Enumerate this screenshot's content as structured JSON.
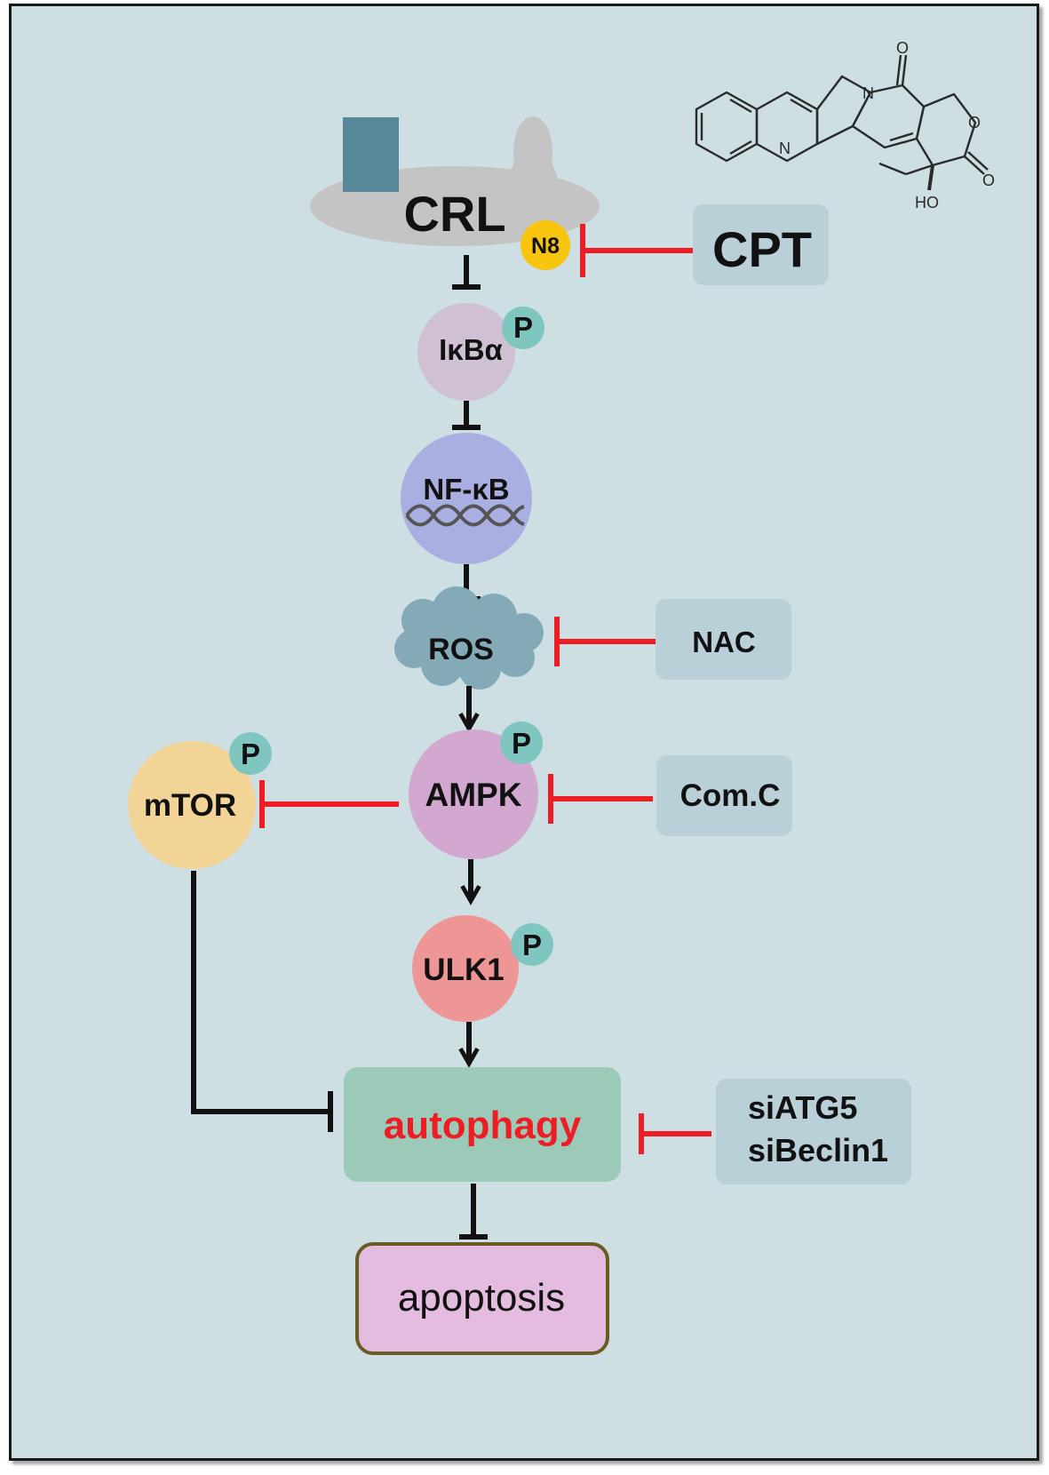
{
  "nodes": {
    "crl": "CRL",
    "n8": "N8",
    "cpt": "CPT",
    "ikba": "IκBα",
    "nfkb": "NF-κB",
    "ros": "ROS",
    "nac": "NAC",
    "ampk": "AMPK",
    "mtor": "mTOR",
    "comc": "Com.C",
    "ulk1": "ULK1",
    "autophagy": "autophagy",
    "siatg5": "siATG5",
    "sibeclin1": "siBeclin1",
    "apoptosis": "apoptosis"
  },
  "phospho_label": "P",
  "molecule": {
    "atom_n1": "N",
    "atom_n2": "N",
    "atom_o1": "O",
    "atom_o2": "O",
    "atom_o3": "O",
    "atom_ho": "HO"
  },
  "colors": {
    "background": "#cddfe3",
    "inhibitor_red": "#ee1c24",
    "crl_body": "#c4c4c4",
    "crl_block": "#57889a",
    "n8": "#f7c40e",
    "drug_box": "#b9d0d9",
    "phospho": "#7fc6c0",
    "ikba": "#cfc0d3",
    "nfkb": "#aaafe2",
    "ros": "#84aab8",
    "ampk": "#d2a7d0",
    "mtor": "#f2d497",
    "ulk1": "#ee9595",
    "autophagy_box": "#9bcbb8",
    "autophagy_text": "#ee1c24",
    "apoptosis_box": "#e4bcdf",
    "apoptosis_border": "#6b5a24"
  }
}
